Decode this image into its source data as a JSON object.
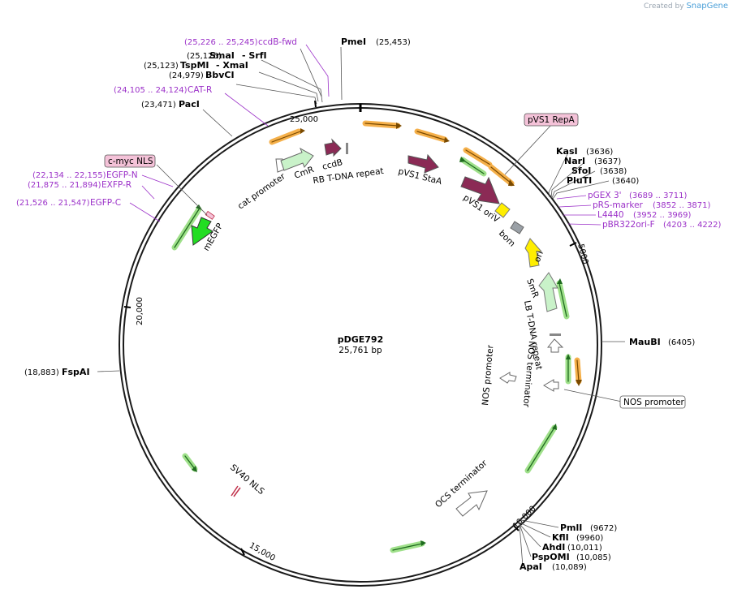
{
  "credit": {
    "prefix": "Created by",
    "brand": "SnapGene"
  },
  "map": {
    "name": "pDGE792",
    "length_label": "25,761 bp",
    "total_bp": 25761,
    "tick_labels": [
      {
        "bp": 25000,
        "text": "25,000"
      },
      {
        "bp": 5000,
        "text": "5000"
      },
      {
        "bp": 10000,
        "text": "10,000"
      },
      {
        "bp": 15000,
        "text": "15,000"
      },
      {
        "bp": 20000,
        "text": "20,000"
      }
    ]
  },
  "enzymes": [
    {
      "name": "PmeI",
      "pos": "(25,453)"
    },
    {
      "name": "SmaI",
      "pos": "(25,125)",
      "extra": "SrfI"
    },
    {
      "name": "TspMI",
      "pos": "(25,123)",
      "extra": "XmaI"
    },
    {
      "name": "BbvCI",
      "pos": "(24,979)"
    },
    {
      "name": "PacI",
      "pos": "(23,471)"
    },
    {
      "name": "KasI",
      "pos": "(3636)"
    },
    {
      "name": "NarI",
      "pos": "(3637)"
    },
    {
      "name": "SfoI",
      "pos": "(3638)"
    },
    {
      "name": "PluTI",
      "pos": "(3640)"
    },
    {
      "name": "MauBI",
      "pos": "(6405)"
    },
    {
      "name": "FspAI",
      "pos": "(18,883)"
    },
    {
      "name": "PmlI",
      "pos": "(9672)"
    },
    {
      "name": "KflI",
      "pos": "(9960)"
    },
    {
      "name": "AhdI",
      "pos": "(10,011)"
    },
    {
      "name": "PspOMI",
      "pos": "(10,085)"
    },
    {
      "name": "ApaI",
      "pos": "(10,089)"
    }
  ],
  "primers": [
    {
      "name": "ccdB-fwd",
      "range": "(25,226 .. 25,245)"
    },
    {
      "name": "CAT-R",
      "range": "(24,105 .. 24,124)"
    },
    {
      "name": "EGFP-N",
      "range": "(22,134 .. 22,155)"
    },
    {
      "name": "EXFP-R",
      "range": "(21,875 .. 21,894)"
    },
    {
      "name": "EGFP-C",
      "range": "(21,526 .. 21,547)"
    },
    {
      "name": "pGEX 3'",
      "range": "(3689 .. 3711)"
    },
    {
      "name": "pRS-marker",
      "range": "(3852 .. 3871)"
    },
    {
      "name": "L4440",
      "range": "(3952 .. 3969)"
    },
    {
      "name": "pBR322ori-F",
      "range": "(4203 .. 4222)"
    }
  ],
  "boxed_features": [
    "c-myc NLS",
    "pVS1 RepA",
    "NOS promoter"
  ],
  "features": [
    "cat promoter",
    "CmR",
    "ccdB",
    "RB T-DNA repeat",
    "pVS1 StaA",
    "pVS1 oriV",
    "bom",
    "ori",
    "SmR",
    "LB T-DNA repeat",
    "NOS promoter",
    "NOS terminator",
    "OCS terminator",
    "SV40 NLS",
    "mEGFP"
  ],
  "colors": {
    "backbone": "#1a1a1a",
    "primer": "#9b30c8",
    "orange_feature": "#f5b04a",
    "green_feature": "#4caf2a",
    "promoter": "#ffffff",
    "cds_maroon": "#8b2a55",
    "marker_light_green": "#c9f2c9",
    "ori_yellow": "#ffee00",
    "misc_grey": "#9aa0a6",
    "nls_pink": "#f4c2d8",
    "egfp_green": "#22dd22"
  }
}
